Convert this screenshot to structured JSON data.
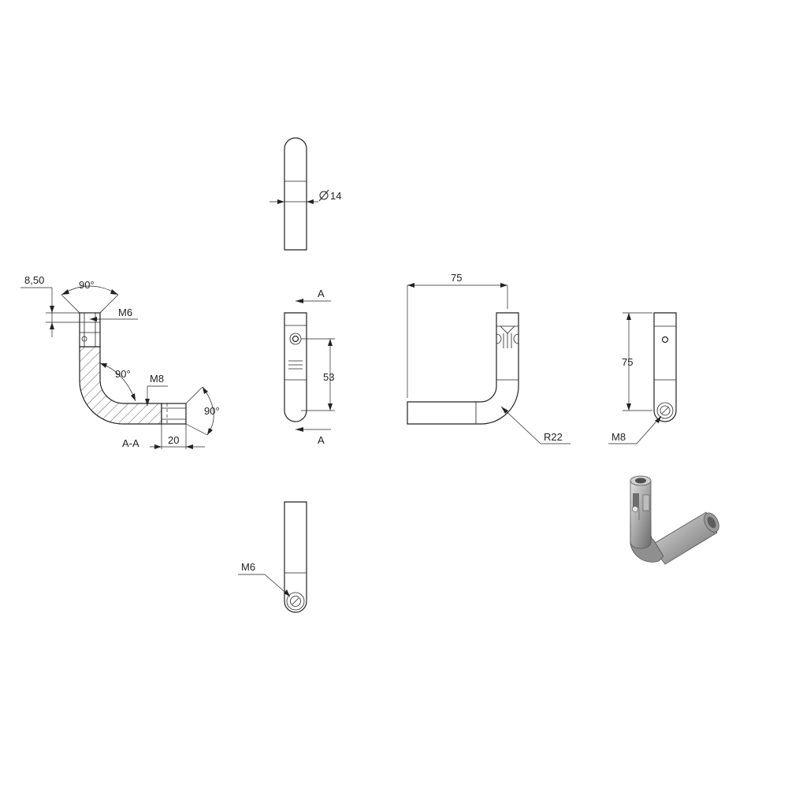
{
  "labels": {
    "top_diameter": "14",
    "section_chamfer_angle": "90°",
    "section_chamfer_depth": "8,50",
    "section_thread_top": "M6",
    "section_bend_angle": "90°",
    "section_thread_end": "M8",
    "section_end_angle": "90°",
    "section_end_depth": "20",
    "section_name": "A-A",
    "cut_marker_top": "A",
    "cut_marker_bottom": "A",
    "front_hole_spacing": "53",
    "side_width": "75",
    "side_radius": "R22",
    "right_height": "75",
    "right_thread": "M8",
    "bottom_thread": "M6"
  },
  "colors": {
    "line": "#222222",
    "background": "#ffffff",
    "iso_light": "#d8d8d8",
    "iso_mid": "#a8a8a8",
    "iso_dark": "#6e6e6e"
  }
}
